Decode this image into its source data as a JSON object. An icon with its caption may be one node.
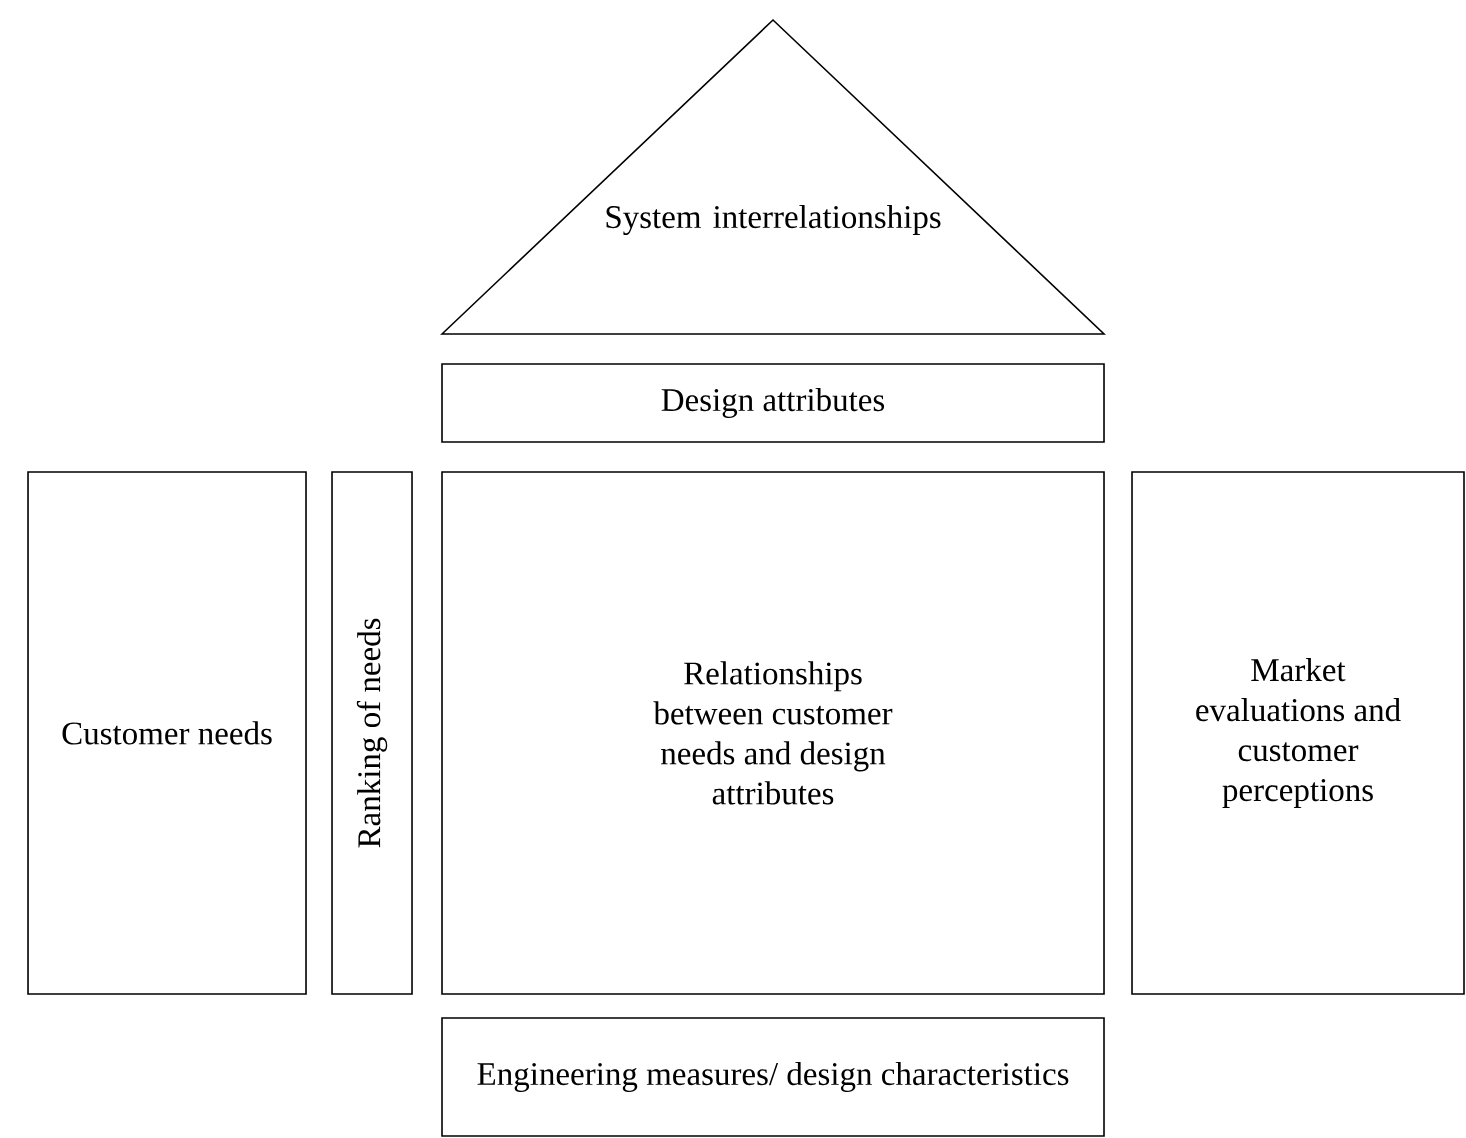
{
  "diagram": {
    "nodes": [
      {
        "text": [
          "System interrelationships"
        ]
      },
      {
        "text": [
          "Design attributes"
        ]
      },
      {
        "text": [
          "Customer needs"
        ]
      },
      {
        "text": [
          "Ranking of needs"
        ]
      },
      {
        "text": [
          "Relationships between customer needs and design attributes"
        ]
      },
      {
        "text": [
          "Market evaluations and customer perceptions"
        ]
      },
      {
        "text": [
          "Engineering measures/ design characteristics"
        ]
      }
    ]
  }
}
